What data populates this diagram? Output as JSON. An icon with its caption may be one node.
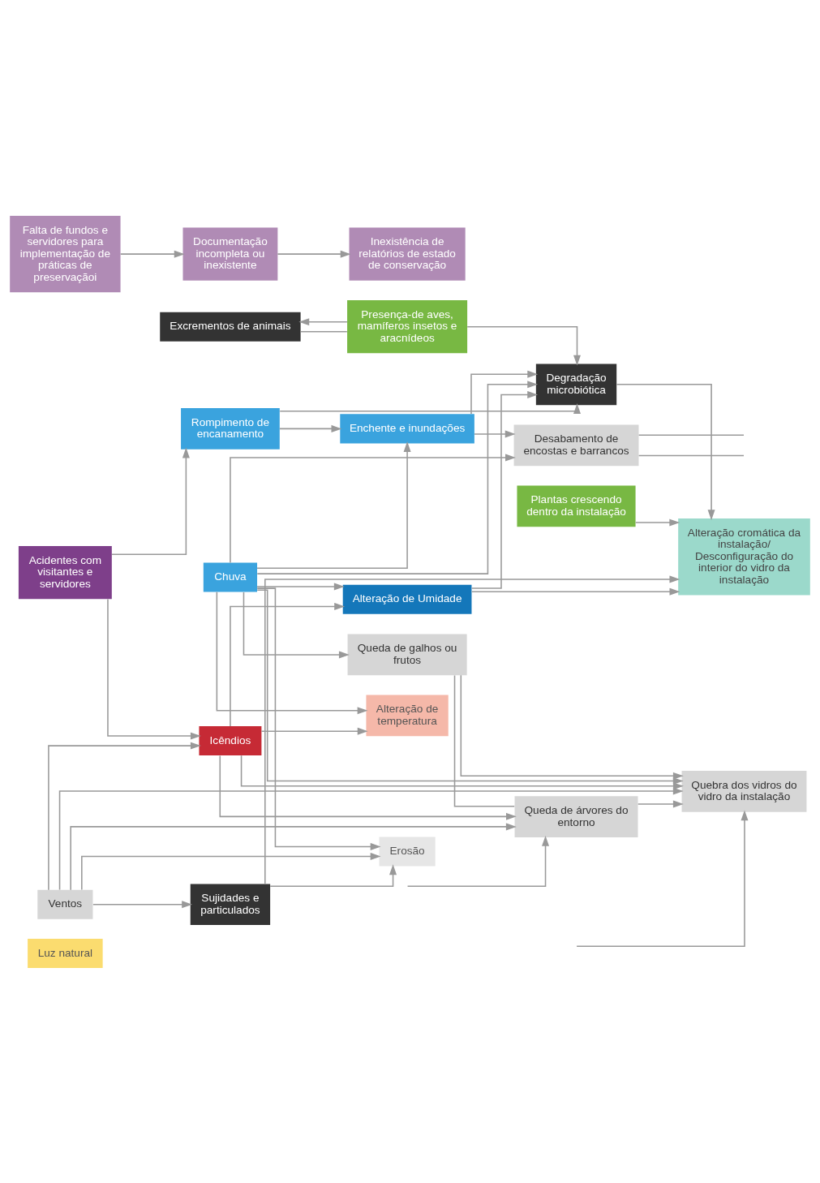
{
  "diagram": {
    "nodes": [
      {
        "text": [
          "Luz natural"
        ]
      },
      {
        "text": [
          "Excrementos de animais"
        ]
      },
      {
        "text": [
          "Presença-de aves, mamíferos insetos e aracnídeos"
        ]
      },
      {
        "text": [
          "Degradação microbiótica"
        ]
      },
      {
        "text": [
          "Falta de fundos e servidores para implementação de práticas de preservaçãoi"
        ]
      },
      {
        "text": [
          "Documentação incompleta ou inexistente"
        ]
      },
      {
        "text": [
          "Inexistência de relatórios de estado de conservação"
        ]
      },
      {
        "text": [
          "Rompimento de encanamento"
        ]
      },
      {
        "text": [
          "Enchente e inundações"
        ]
      },
      {
        "text": [
          "Plantas crescendo dentro da instalação"
        ]
      },
      {
        "text": [
          "Alteração cromática da instalação/ Desconfiguração do interior do vidro da instalação"
        ]
      },
      {
        "text": [
          "Acidentes com visitantes e servidores"
        ]
      },
      {
        "text": [
          "Sujidades e particulados"
        ]
      },
      {
        "text": [
          "Alteração de temperatura"
        ]
      },
      {
        "text": [
          "Erosão"
        ]
      },
      {
        "text": [
          "Chuva"
        ]
      },
      {
        "text": [
          "Alteração de Umidade"
        ]
      },
      {
        "text": [
          "Icêndios"
        ]
      },
      {
        "text": [
          "Quebra dos vidros do vidro da instalação"
        ]
      },
      {
        "text": [
          "Queda de galhos ou frutos"
        ]
      },
      {
        "text": [
          "Ventos"
        ]
      },
      {
        "text": [
          "Queda de árvores do entorno"
        ]
      },
      {
        "text": [
          "Desabamento de encostas e barrancos"
        ]
      }
    ],
    "edges": [
      {
        "from": 2,
        "to": 1,
        "arrow": "to"
      },
      {
        "from": 1,
        "to": 2,
        "arrow": "none"
      },
      {
        "from": 2,
        "to": 3,
        "arrow": "to"
      },
      {
        "from": 7,
        "to": 3,
        "arrow": "to"
      },
      {
        "from": 8,
        "to": 3,
        "arrow": "to"
      },
      {
        "from": 7,
        "to": 8,
        "arrow": "to"
      },
      {
        "from": 4,
        "to": 5,
        "arrow": "to"
      },
      {
        "from": 5,
        "to": 6,
        "arrow": "to"
      },
      {
        "from": 9,
        "to": 10,
        "arrow": "to"
      },
      {
        "from": 3,
        "to": 10,
        "arrow": "to"
      },
      {
        "from": 16,
        "to": 3,
        "arrow": "to"
      },
      {
        "from": 15,
        "to": 3,
        "arrow": "to"
      },
      {
        "from": 15,
        "to": 8,
        "arrow": "to"
      },
      {
        "from": 16,
        "to": 10,
        "arrow": "to"
      },
      {
        "from": 17,
        "to": 16,
        "arrow": "to"
      },
      {
        "from": 12,
        "to": 10,
        "arrow": "to"
      },
      {
        "from": 15,
        "to": 22,
        "arrow": "to"
      },
      {
        "from": 8,
        "to": 22,
        "arrow": "to"
      },
      {
        "from": 11,
        "to": 7,
        "arrow": "to"
      },
      {
        "from": 11,
        "to": 17,
        "arrow": "to"
      },
      {
        "from": 15,
        "to": 13,
        "arrow": "to"
      },
      {
        "from": 15,
        "to": 16,
        "arrow": "to"
      },
      {
        "from": 15,
        "to": 14,
        "arrow": "to"
      },
      {
        "from": 15,
        "to": 18,
        "arrow": "to"
      },
      {
        "from": 15,
        "to": 19,
        "arrow": "to"
      },
      {
        "from": 12,
        "to": 14,
        "arrow": "to"
      },
      {
        "from": 17,
        "to": 13,
        "arrow": "to"
      },
      {
        "from": 17,
        "to": 18,
        "arrow": "to"
      },
      {
        "from": 20,
        "to": 18,
        "arrow": "to"
      },
      {
        "from": 20,
        "to": 14,
        "arrow": "to"
      },
      {
        "from": 19,
        "to": 18,
        "arrow": "to"
      },
      {
        "from": 21,
        "to": 18,
        "arrow": "to"
      },
      {
        "from": 19,
        "to": 21,
        "arrow": "none"
      },
      {
        "from": 20,
        "to": 21,
        "arrow": "to"
      },
      {
        "from": 20,
        "to": 17,
        "arrow": "to"
      },
      {
        "from": 20,
        "to": 12,
        "arrow": "to"
      },
      {
        "from": 17,
        "to": 21,
        "arrow": "to"
      },
      {
        "from": null,
        "to": 18,
        "arrow": "to"
      },
      {
        "from": null,
        "to": 21,
        "arrow": "to"
      },
      {
        "from": 22,
        "to": null,
        "arrow": "none"
      },
      {
        "from": 22,
        "to": null,
        "arrow": "none"
      }
    ]
  }
}
